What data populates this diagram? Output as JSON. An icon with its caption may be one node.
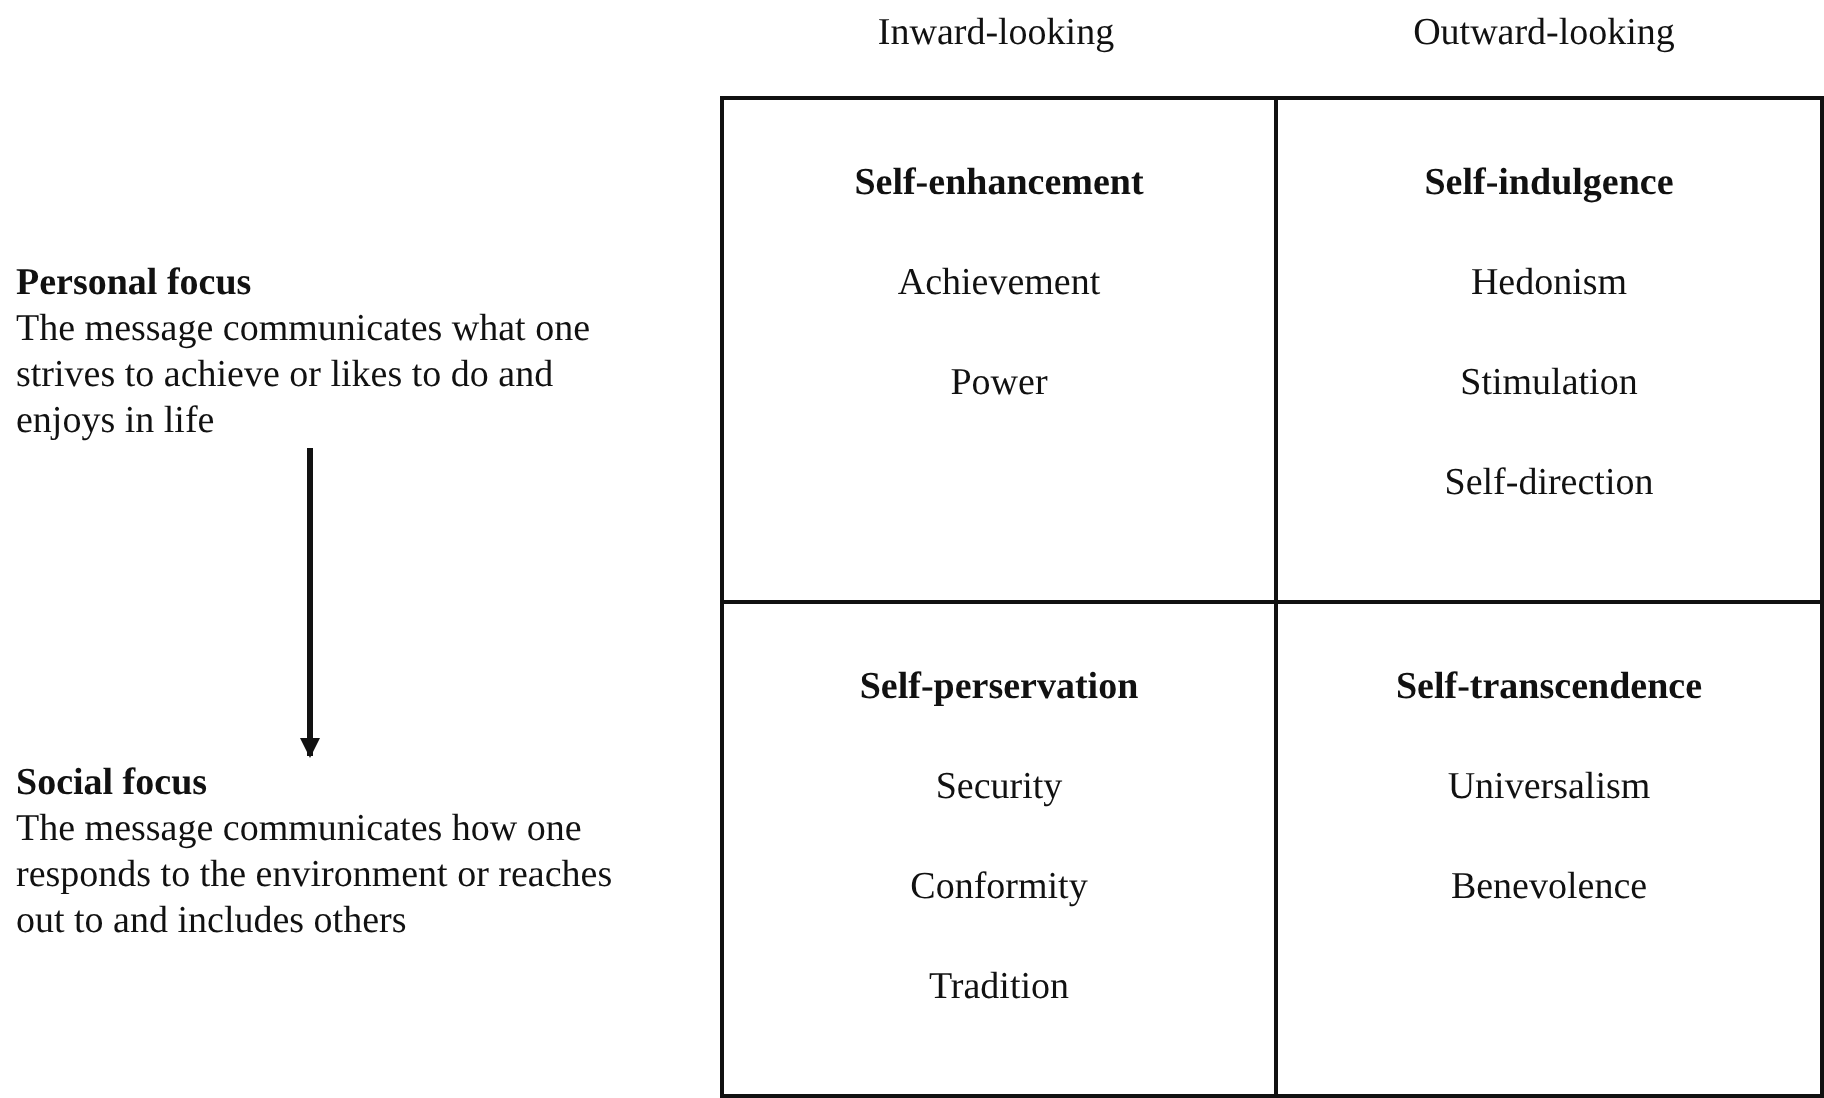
{
  "diagram": {
    "nodes": [
      {
        "text": [
          "Personal focus",
          "The message communicates what one strives to achieve or likes to do and enjoys in life"
        ]
      },
      {
        "text": [
          "Self-enhancement",
          "Achievement",
          "Power"
        ]
      },
      {
        "text": [
          "Self-indulgence",
          "Hedonism",
          "Stimulation",
          "Self-direction"
        ]
      },
      {
        "text": [
          "Social focus",
          "The message communicates how one responds to the environment or reaches out to and includes others"
        ]
      },
      {
        "text": [
          "Self-perservation",
          "Security",
          "Conformity",
          "Tradition"
        ]
      },
      {
        "text": [
          "Self-transcendence",
          "Universalism",
          "Benevolence"
        ]
      }
    ],
    "edges": [
      {
        "from": 0,
        "to": 3,
        "arrow": "to"
      }
    ],
    "labels": [
      "Inward-looking",
      "Outward-looking"
    ]
  }
}
